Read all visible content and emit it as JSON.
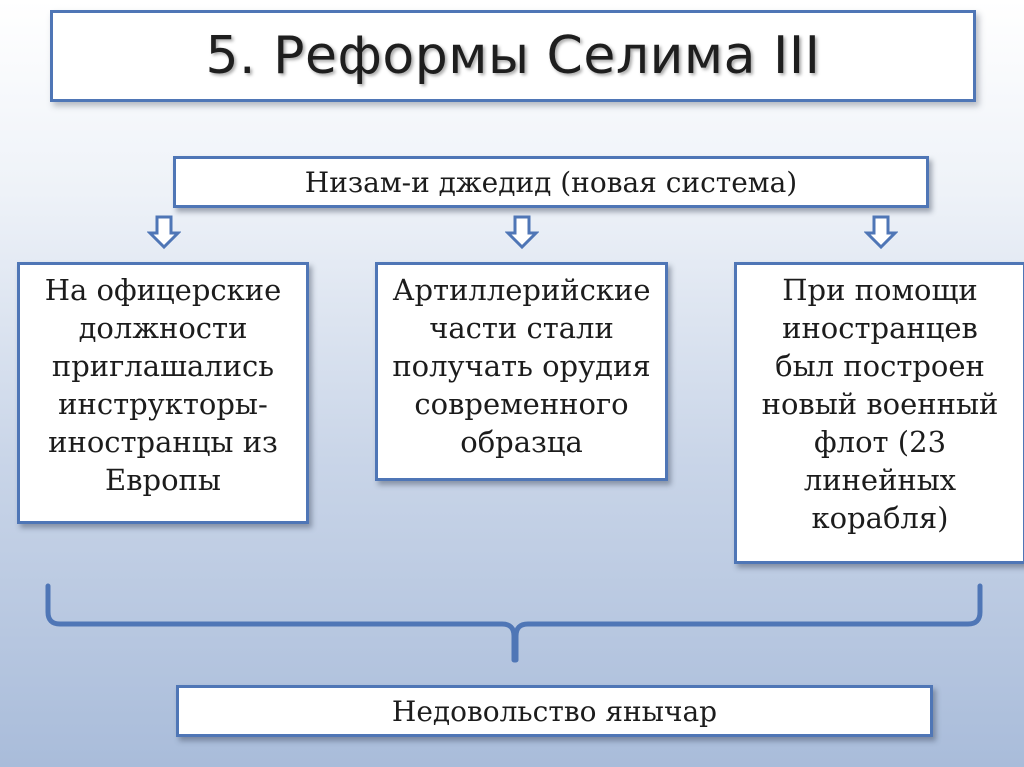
{
  "title": "5. Реформы Селима III",
  "system": "Низам-и джедид (новая система)",
  "reforms": [
    "На офицерские должности приглашались инструкторы-иностранцы из Европы",
    "Артиллерийские части стали получать орудия современного образца",
    "При помощи иностранцев был построен новый военный флот (23 линейных корабля)"
  ],
  "outcome": "Недовольство янычар",
  "colors": {
    "border": "#4f76b6",
    "arrow_fill": "#ffffff",
    "background_top": "#ffffff",
    "background_bottom": "#a9bcda"
  },
  "icons": {
    "arrow": "down-arrow-icon",
    "brace": "curly-brace-icon"
  }
}
